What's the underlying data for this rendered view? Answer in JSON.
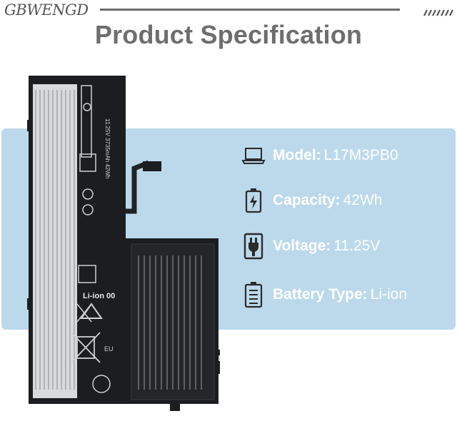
{
  "brand": {
    "logo_text": "GBWENGD"
  },
  "header": {
    "title": "Product Specification"
  },
  "specs": [
    {
      "label": "Model:",
      "value": "L17M3PB0",
      "icon": "laptop-icon"
    },
    {
      "label": "Capacity:",
      "value": "42Wh",
      "icon": "battery-charge-icon"
    },
    {
      "label": "Voltage:",
      "value": "11.25V",
      "icon": "plug-icon"
    },
    {
      "label": "Battery Type:",
      "value": "Li-ion",
      "icon": "battery-list-icon"
    }
  ],
  "battery_label": {
    "cell_text": "Li-ion 00",
    "mark": "EU",
    "rating": "11.25V 3735mAh 42Wh"
  },
  "colors": {
    "panel": "#bcd9ec",
    "title": "#6e6e6e",
    "battery": "#1b1d20"
  }
}
